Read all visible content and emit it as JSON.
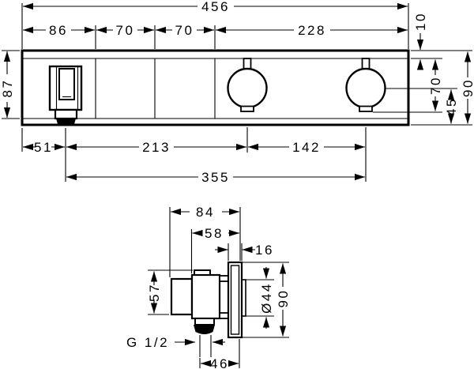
{
  "drawing_type": "technical-dimension-drawing",
  "units_note": "",
  "colors": {
    "line": "#000000",
    "background": "#ffffff"
  },
  "front_view": {
    "overall_width": "456",
    "seg_holder": "86",
    "seg_button1": "70",
    "seg_button2": "70",
    "seg_knob_section": "228",
    "strip_height": "10",
    "height_left": "87",
    "knob_span": "70",
    "knob_center_to_bottom": "45",
    "height_right": "90",
    "hose_offset": "51",
    "hose_to_knob1": "213",
    "knob1_to_knob2": "142",
    "hose_to_knob2": "355"
  },
  "side_view": {
    "depth_total": "84",
    "depth_body": "58",
    "plate_thickness": "16",
    "body_height": "57",
    "sleeve_diameter": "Ø44",
    "plate_height": "90",
    "thread_label": "G 1/2",
    "outlet_span": "46"
  }
}
